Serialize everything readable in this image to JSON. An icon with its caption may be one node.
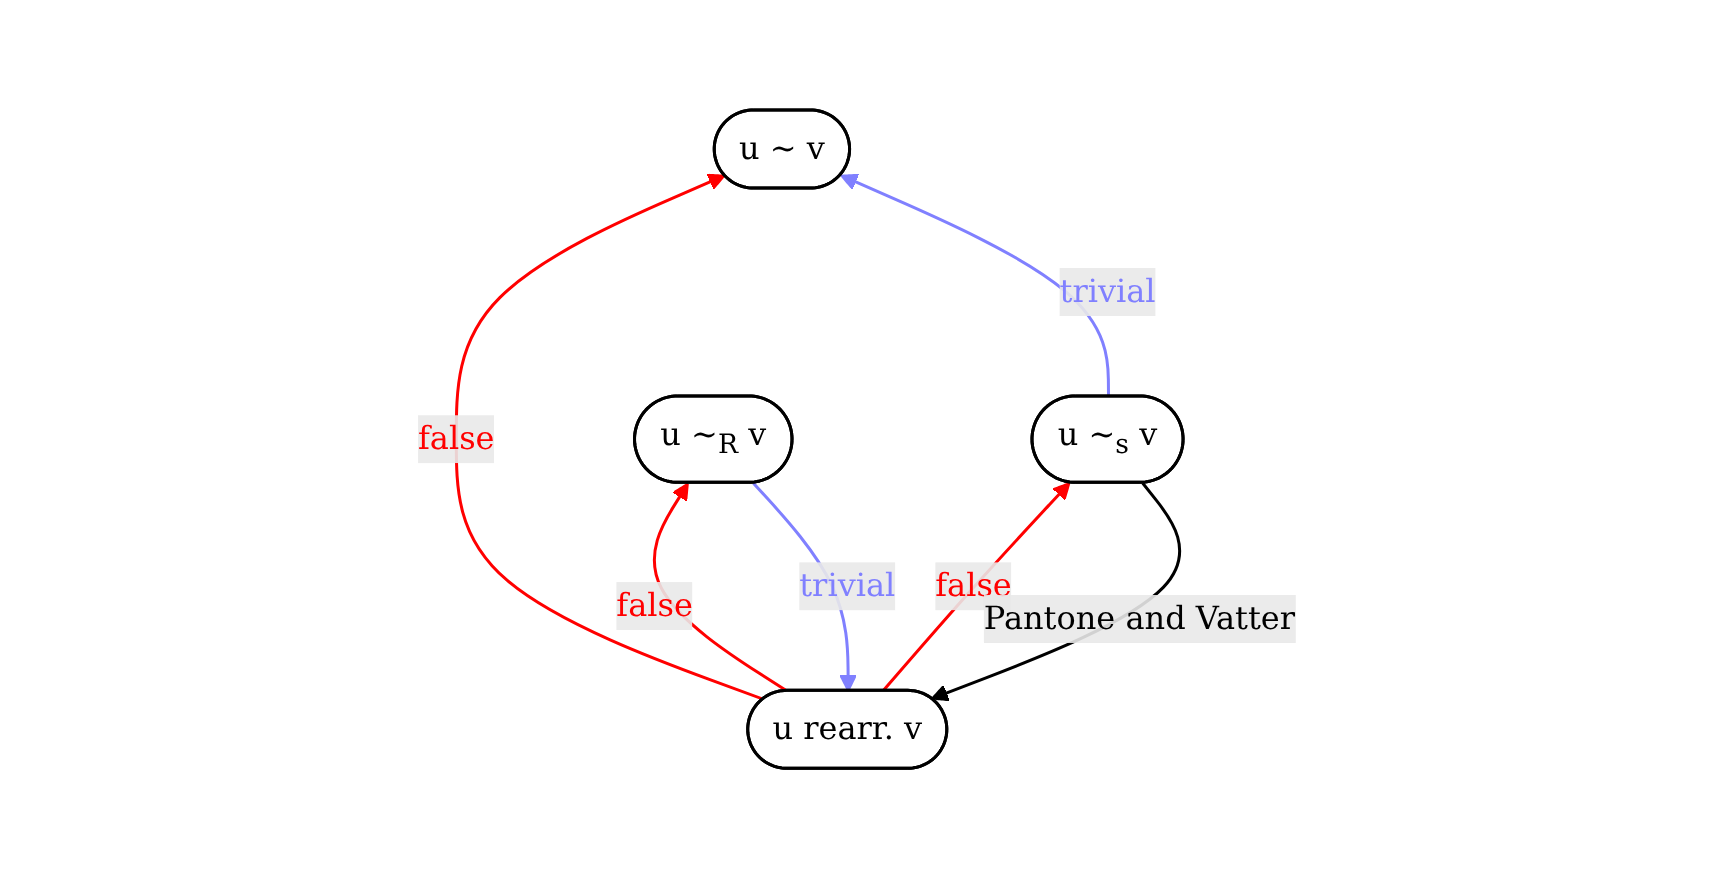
{
  "diagram": {
    "nodes": [
      {
        "text": [
          "u ∼ v"
        ]
      },
      {
        "text": [
          "u rearr. v"
        ]
      },
      {
        "text": [
          "u ∼$_{s}$ v"
        ]
      },
      {
        "text": [
          "u ∼$_{R}$ v"
        ]
      }
    ],
    "edges": [
      {
        "from": 1,
        "to": 0,
        "arrow": "to",
        "label": "false",
        "color": "#ff0000"
      },
      {
        "from": 1,
        "to": 2,
        "arrow": "to",
        "label": "false",
        "color": "#ff0000"
      },
      {
        "from": 2,
        "to": 1,
        "arrow": "to",
        "label": "Pantone and Vatter",
        "color": "#000000"
      },
      {
        "from": 2,
        "to": 0,
        "arrow": "to",
        "label": "trivial",
        "color": "#8080ff"
      },
      {
        "from": 3,
        "to": 1,
        "arrow": "to",
        "label": "trivial",
        "color": "#8080ff"
      },
      {
        "from": 1,
        "to": 3,
        "arrow": "to",
        "label": "false",
        "color": "#ff0000"
      }
    ]
  }
}
